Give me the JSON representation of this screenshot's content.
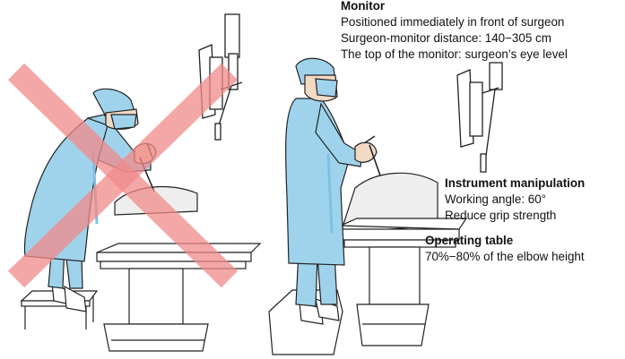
{
  "labels": {
    "monitor": {
      "heading": "Monitor",
      "lines": [
        "Positioned immediately in front of surgeon",
        "Surgeon-monitor distance: 140−305 cm",
        "The top of the monitor: surgeon’s eye level"
      ]
    },
    "instrument": {
      "heading": "Instrument manipulation",
      "lines": [
        "Working angle: 60°",
        "Reduce grip strength"
      ]
    },
    "operating_table": {
      "heading": "Operating table",
      "lines": [
        "70%−80% of the elbow height"
      ]
    }
  },
  "colors": {
    "gown": "#9fd3ec",
    "gown_shadow": "#7fc0e2",
    "outline": "#222222",
    "cross": "#f08a8a",
    "drape": "#e6e6e6"
  },
  "figures": {
    "incorrect_posture": {
      "marked_with": "cross"
    },
    "correct_posture": {
      "marked_with": "none"
    }
  }
}
